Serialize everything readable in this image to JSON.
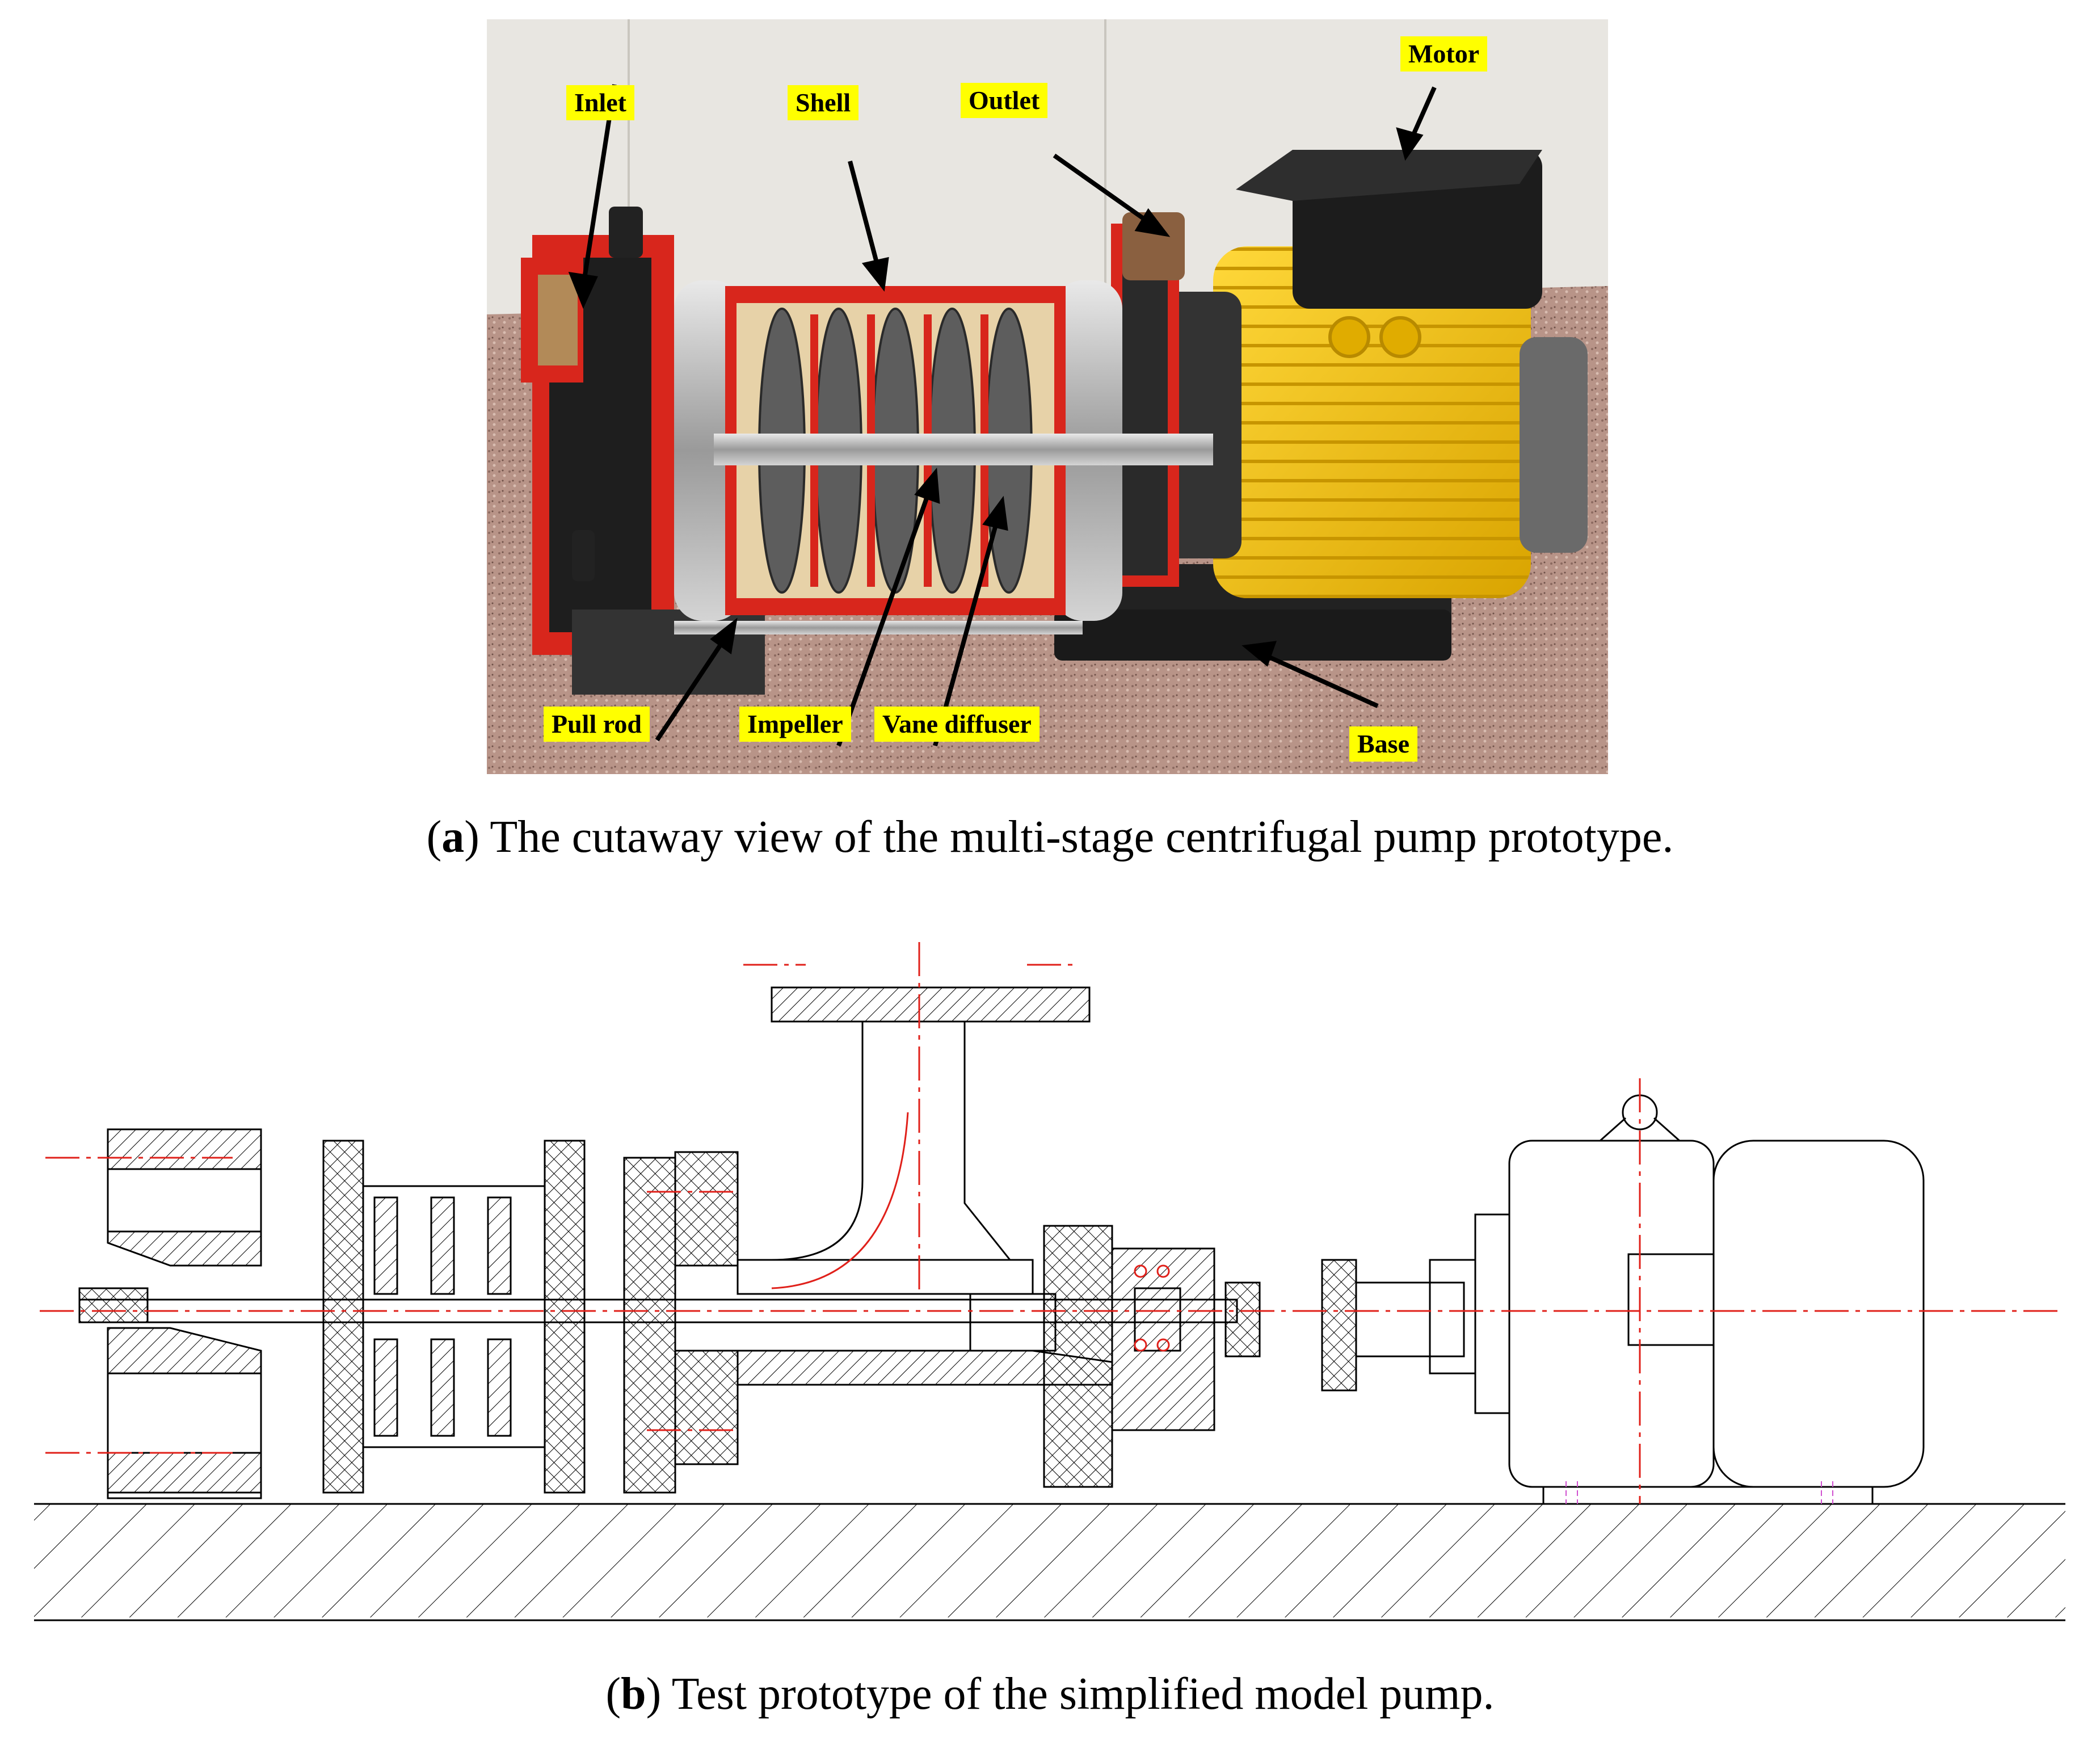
{
  "figure_a": {
    "labels": {
      "inlet": "Inlet",
      "shell": "Shell",
      "outlet": "Outlet",
      "motor": "Motor",
      "pull_rod": "Pull rod",
      "impeller": "Impeller",
      "vane_diffuser": "Vane diffuser",
      "base": "Base"
    },
    "caption_letter": "a",
    "caption_text": " The cutaway view of the multi-stage centrifugal pump prototype."
  },
  "figure_b": {
    "caption_letter": "b",
    "caption_text": " Test prototype of the simplified model pump."
  },
  "colors": {
    "label_bg": "#ffff00",
    "cutaway_red": "#d8261c",
    "motor_yellow": "#f5c400",
    "centerline_red": "#e0201a",
    "hidden_magenta": "#d050d0"
  }
}
